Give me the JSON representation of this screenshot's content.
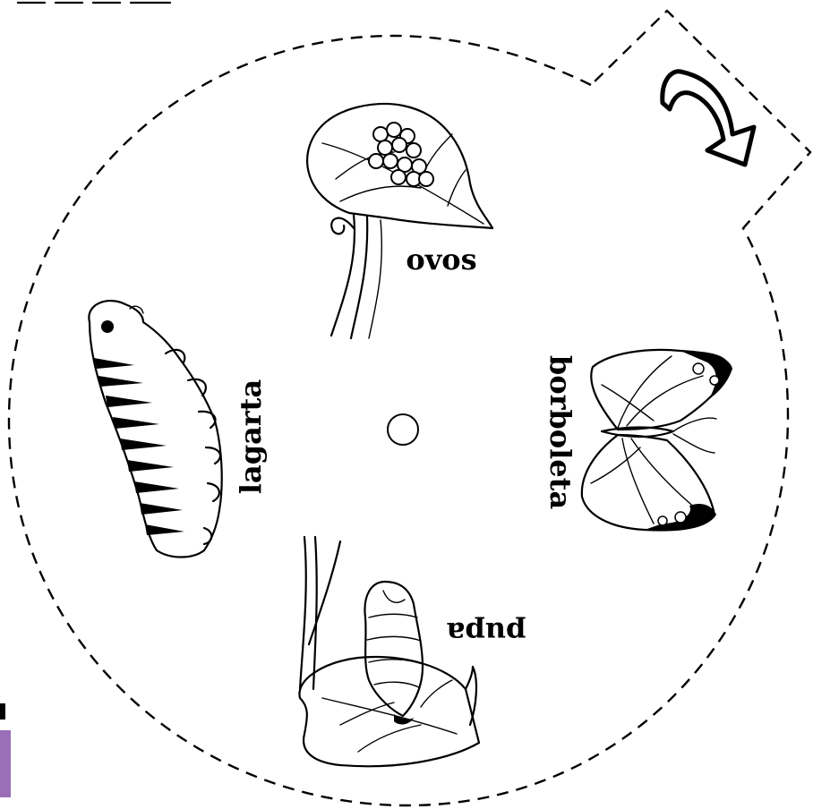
{
  "stages": {
    "eggs_label": "ovos",
    "caterpillar_label": "lagarta",
    "butterfly_label": "borboleta",
    "pupa_label": "pupa"
  },
  "colors": {
    "ink": "#000000",
    "paper": "#ffffff",
    "edge_accent": "#9b6fb8"
  },
  "icons": {
    "direction_arrow": "curved-arrow-icon",
    "center_hole": "pivot-hole-icon"
  }
}
